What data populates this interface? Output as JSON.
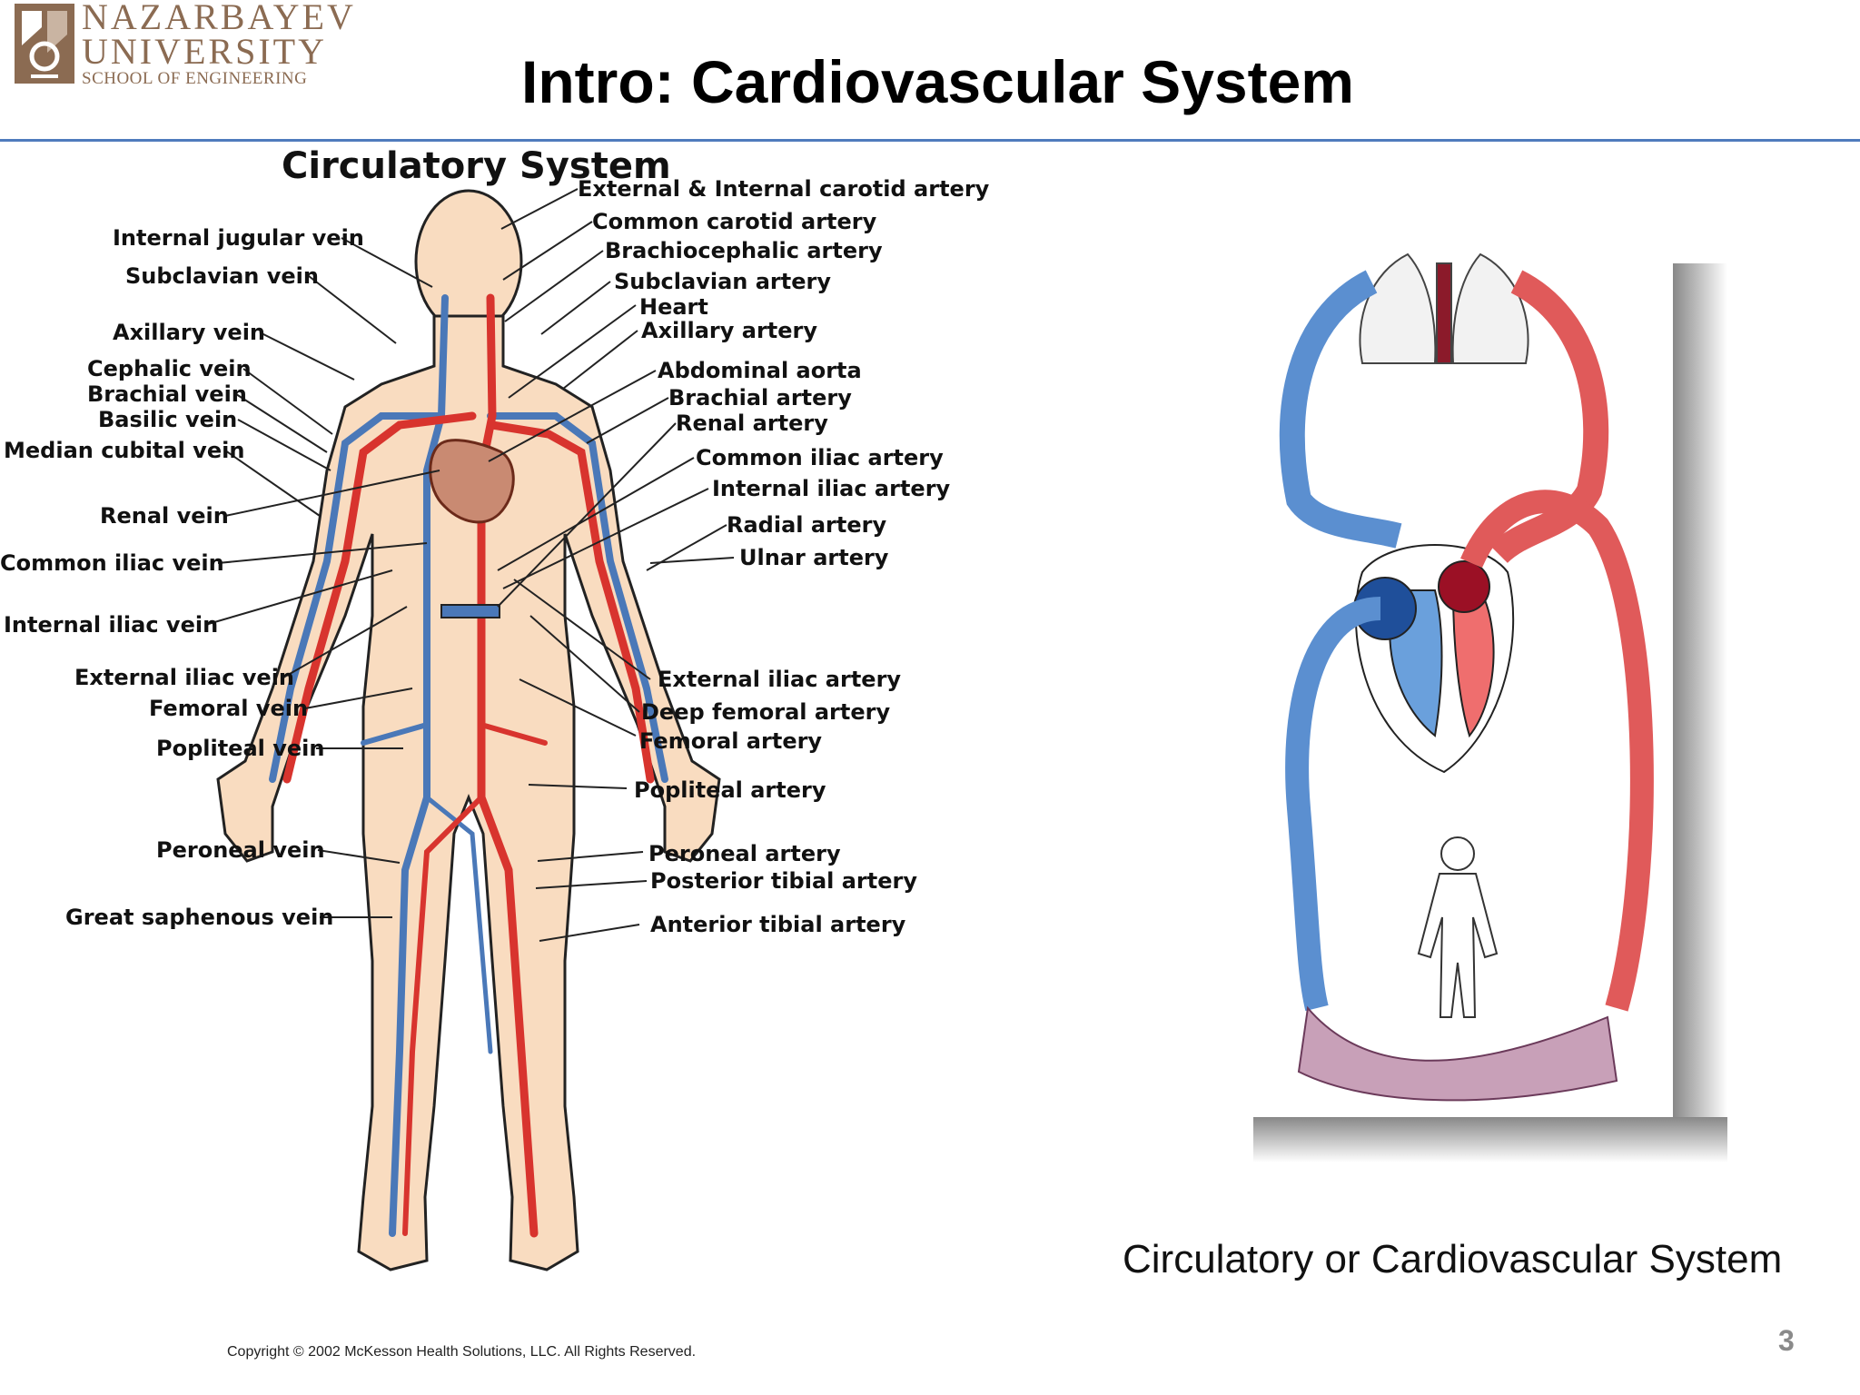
{
  "header": {
    "logo": {
      "line1": "NAZARBAYEV",
      "line2": "UNIVERSITY",
      "line3": "SCHOOL OF ENGINEERING"
    },
    "title": "Intro: Cardiovascular System"
  },
  "left_diagram": {
    "title": "Circulatory System",
    "left_labels": [
      "Internal jugular vein",
      "Subclavian vein",
      "Axillary vein",
      "Cephalic vein",
      "Brachial vein",
      "Basilic vein",
      "Median cubital vein",
      "Renal vein",
      "Common iliac vein",
      "Internal iliac vein",
      "External iliac vein",
      "Femoral vein",
      "Popliteal vein",
      "Peroneal vein",
      "Great saphenous vein"
    ],
    "right_labels": [
      "External & Internal carotid artery",
      "Common carotid artery",
      "Brachiocephalic artery",
      "Subclavian artery",
      "Heart",
      "Axillary artery",
      "Abdominal aorta",
      "Brachial artery",
      "Renal artery",
      "Common iliac artery",
      "Internal iliac artery",
      "Radial artery",
      "Ulnar artery",
      "External iliac artery",
      "Deep femoral artery",
      "Femoral artery",
      "Popliteal artery",
      "Peroneal artery",
      "Posterior tibial artery",
      "Anterior tibial artery"
    ],
    "copyright": "Copyright © 2002 McKesson Health Solutions, LLC. All Rights Reserved."
  },
  "right_diagram": {
    "caption": "Circulatory or Cardiovascular  System"
  },
  "page_number": "3",
  "colors": {
    "accent_rule": "#4f7bbd",
    "vein": "#4a78b8",
    "artery": "#d8342e",
    "skin": "#f9dcc0",
    "logo": "#8b6b52"
  }
}
